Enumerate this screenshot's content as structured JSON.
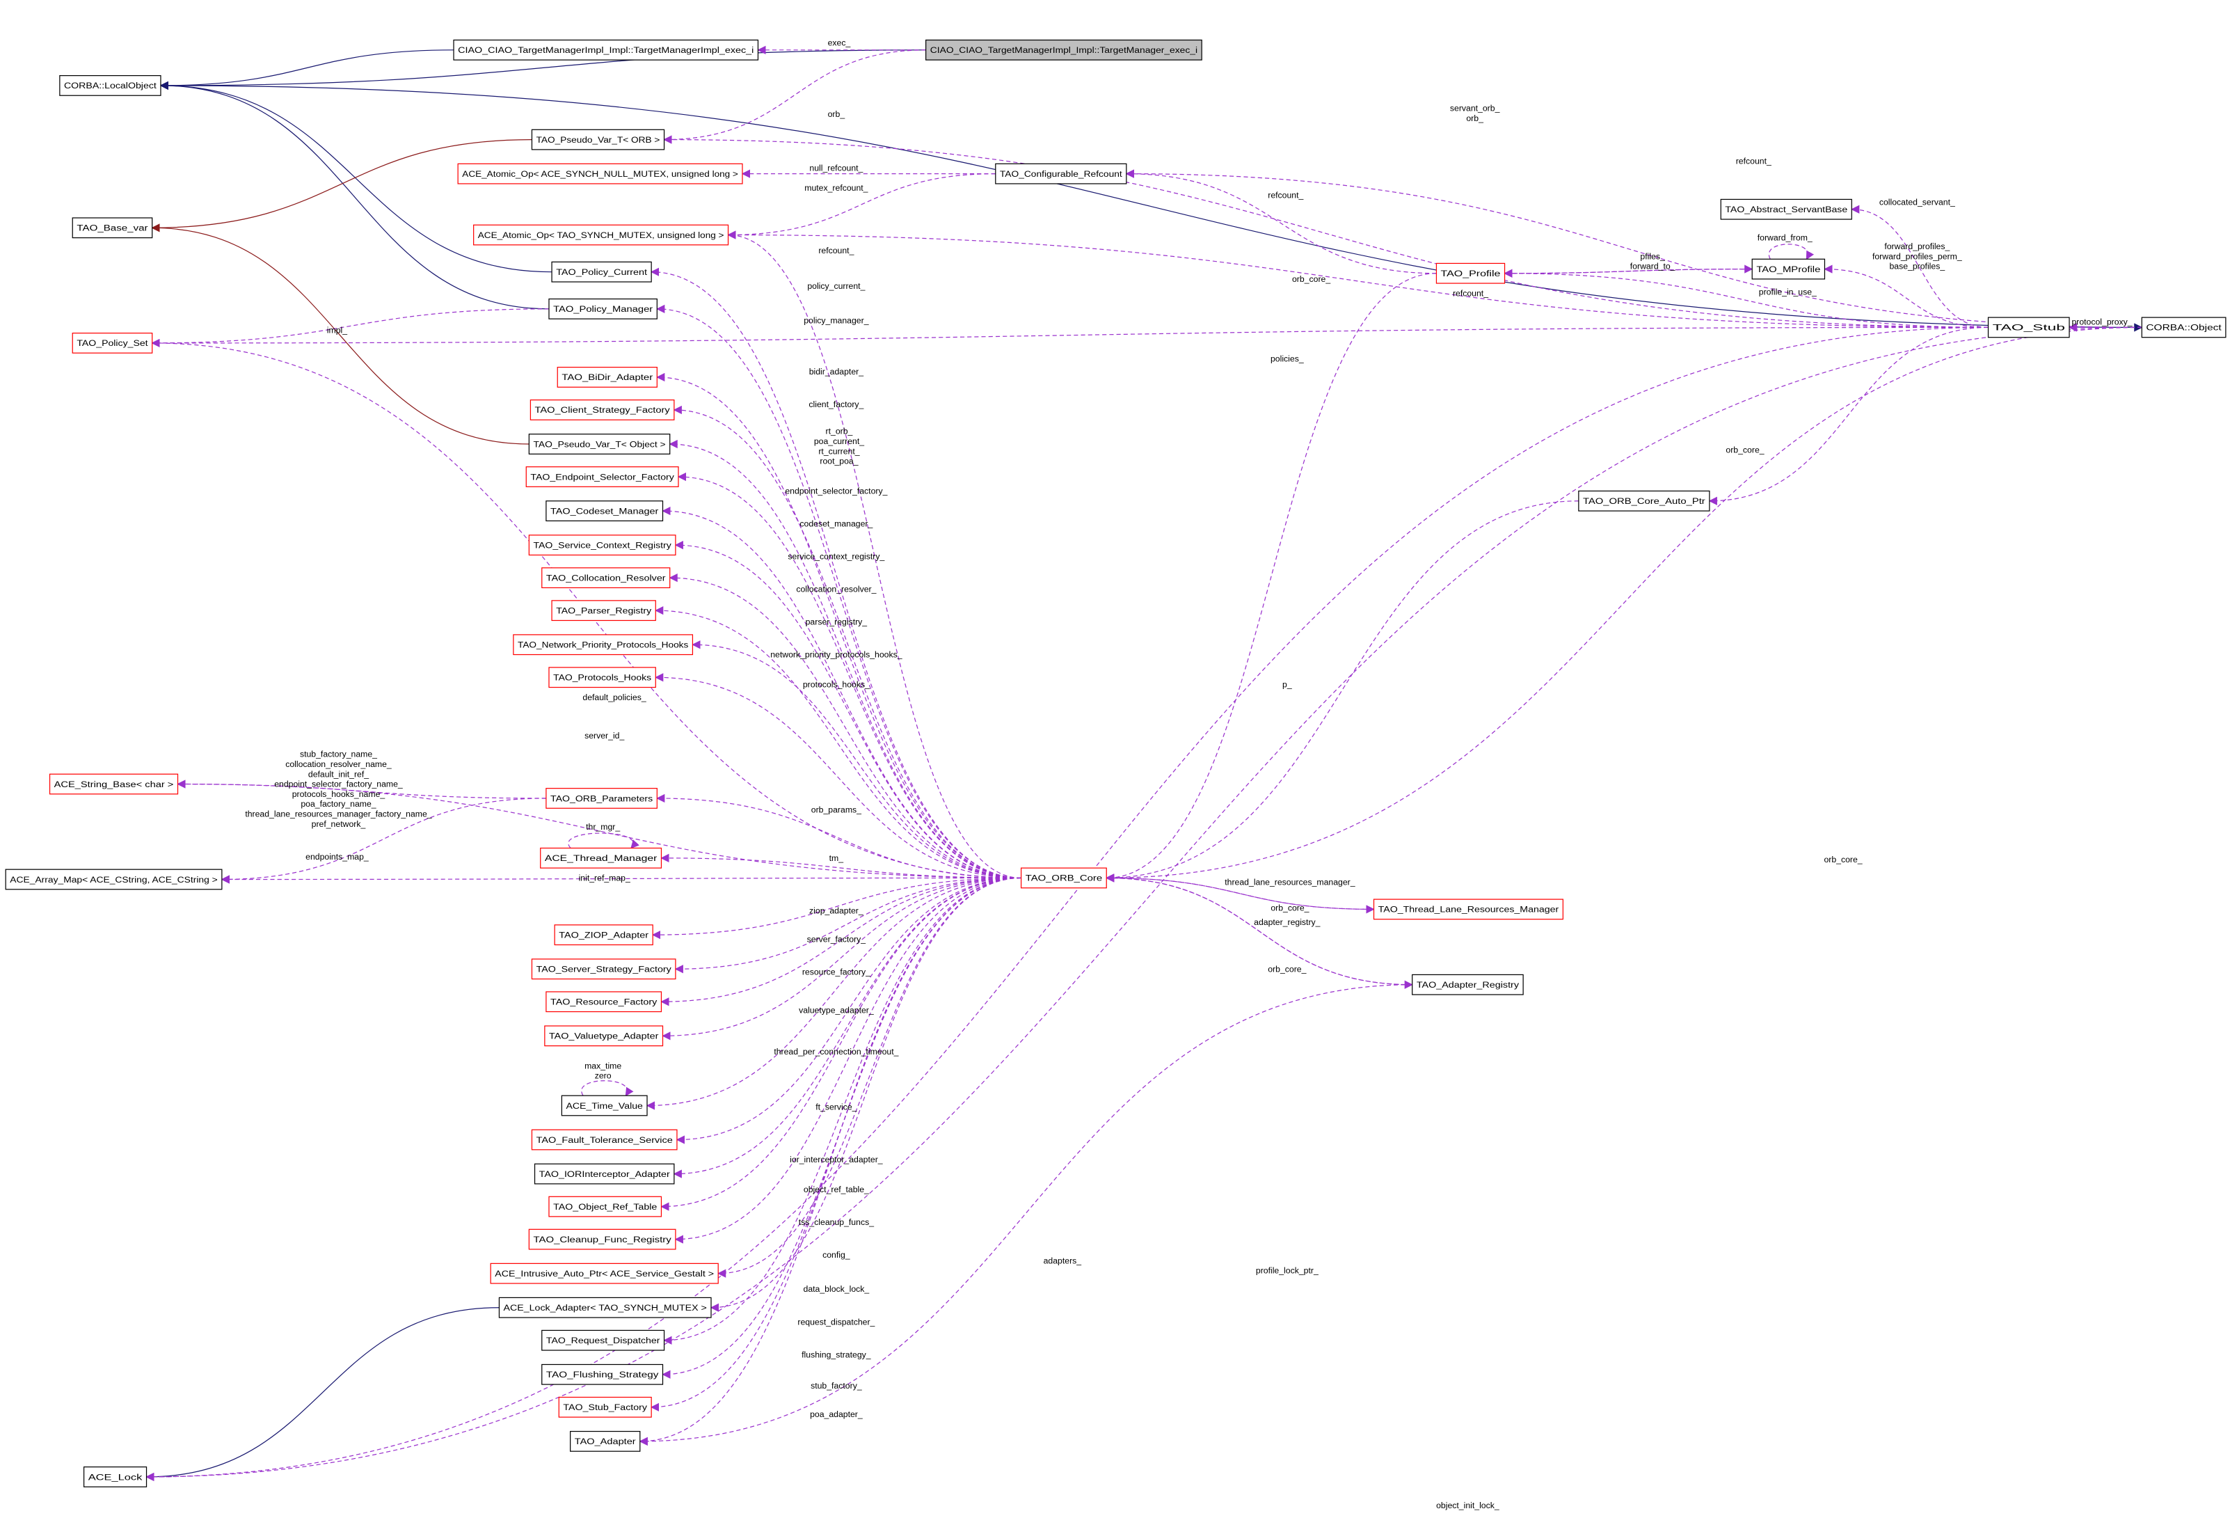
{
  "colors": {
    "inherit": "#191970",
    "private_inherit": "#8b1a1a",
    "use": "#9a32cd",
    "node_border": "#000000",
    "node_border_incomplete": "#ff0000",
    "highlight_fill": "#bfbfbf"
  },
  "nodes": [
    {
      "id": "exec",
      "label": "CIAO_CIAO_TargetManagerImpl_Impl::TargetManager_exec_i",
      "border": "black",
      "highlight": true
    },
    {
      "id": "implexec",
      "label": "CIAO_CIAO_TargetManagerImpl_Impl::TargetManagerImpl_exec_i",
      "border": "black"
    },
    {
      "id": "localobj",
      "label": "CORBA::LocalObject",
      "border": "black"
    },
    {
      "id": "pseudo_orb",
      "label": "TAO_Pseudo_Var_T< ORB >",
      "border": "black"
    },
    {
      "id": "atomic_null",
      "label": "ACE_Atomic_Op< ACE_SYNCH_NULL_MUTEX, unsigned long >",
      "border": "red"
    },
    {
      "id": "conf_ref",
      "label": "TAO_Configurable_Refcount",
      "border": "black"
    },
    {
      "id": "base_var",
      "label": "TAO_Base_var",
      "border": "black"
    },
    {
      "id": "atomic_mutex",
      "label": "ACE_Atomic_Op< TAO_SYNCH_MUTEX, unsigned long >",
      "border": "red"
    },
    {
      "id": "policy_current",
      "label": "TAO_Policy_Current",
      "border": "black"
    },
    {
      "id": "policy_manager",
      "label": "TAO_Policy_Manager",
      "border": "black"
    },
    {
      "id": "policy_set",
      "label": "TAO_Policy_Set",
      "border": "red"
    },
    {
      "id": "bidir",
      "label": "TAO_BiDir_Adapter",
      "border": "red"
    },
    {
      "id": "client_strategy",
      "label": "TAO_Client_Strategy_Factory",
      "border": "red"
    },
    {
      "id": "pseudo_obj",
      "label": "TAO_Pseudo_Var_T< Object >",
      "border": "black"
    },
    {
      "id": "endpoint",
      "label": "TAO_Endpoint_Selector_Factory",
      "border": "red"
    },
    {
      "id": "codeset",
      "label": "TAO_Codeset_Manager",
      "border": "black"
    },
    {
      "id": "service_ctx",
      "label": "TAO_Service_Context_Registry",
      "border": "red"
    },
    {
      "id": "collocation",
      "label": "TAO_Collocation_Resolver",
      "border": "red"
    },
    {
      "id": "parser",
      "label": "TAO_Parser_Registry",
      "border": "red"
    },
    {
      "id": "netprio",
      "label": "TAO_Network_Priority_Protocols_Hooks",
      "border": "red"
    },
    {
      "id": "protohooks",
      "label": "TAO_Protocols_Hooks",
      "border": "red"
    },
    {
      "id": "string_base",
      "label": "ACE_String_Base< char >",
      "border": "red"
    },
    {
      "id": "orb_params",
      "label": "TAO_ORB_Parameters",
      "border": "red"
    },
    {
      "id": "thread_mgr",
      "label": "ACE_Thread_Manager",
      "border": "red"
    },
    {
      "id": "array_map",
      "label": "ACE_Array_Map< ACE_CString, ACE_CString >",
      "border": "black"
    },
    {
      "id": "orb_core",
      "label": "TAO_ORB_Core",
      "border": "red"
    },
    {
      "id": "ziop",
      "label": "TAO_ZIOP_Adapter",
      "border": "red"
    },
    {
      "id": "server_strategy",
      "label": "TAO_Server_Strategy_Factory",
      "border": "red"
    },
    {
      "id": "resource",
      "label": "TAO_Resource_Factory",
      "border": "red"
    },
    {
      "id": "valuetype",
      "label": "TAO_Valuetype_Adapter",
      "border": "red"
    },
    {
      "id": "time_value",
      "label": "ACE_Time_Value",
      "border": "black"
    },
    {
      "id": "fault",
      "label": "TAO_Fault_Tolerance_Service",
      "border": "red"
    },
    {
      "id": "iorint",
      "label": "TAO_IORInterceptor_Adapter",
      "border": "black"
    },
    {
      "id": "objref",
      "label": "TAO_Object_Ref_Table",
      "border": "red"
    },
    {
      "id": "cleanup",
      "label": "TAO_Cleanup_Func_Registry",
      "border": "red"
    },
    {
      "id": "intrusive",
      "label": "ACE_Intrusive_Auto_Ptr< ACE_Service_Gestalt >",
      "border": "red"
    },
    {
      "id": "lock_adapter",
      "label": "ACE_Lock_Adapter< TAO_SYNCH_MUTEX >",
      "border": "black"
    },
    {
      "id": "request",
      "label": "TAO_Request_Dispatcher",
      "border": "black"
    },
    {
      "id": "flushing",
      "label": "TAO_Flushing_Strategy",
      "border": "black"
    },
    {
      "id": "stub_factory",
      "label": "TAO_Stub_Factory",
      "border": "red"
    },
    {
      "id": "adapter",
      "label": "TAO_Adapter",
      "border": "black"
    },
    {
      "id": "ace_lock",
      "label": "ACE_Lock",
      "border": "black"
    },
    {
      "id": "abstract_servant",
      "label": "TAO_Abstract_ServantBase",
      "border": "black"
    },
    {
      "id": "profile",
      "label": "TAO_Profile",
      "border": "red"
    },
    {
      "id": "mprofile",
      "label": "TAO_MProfile",
      "border": "black"
    },
    {
      "id": "stub",
      "label": "TAO_Stub",
      "border": "black"
    },
    {
      "id": "corba_obj",
      "label": "CORBA::Object",
      "border": "black"
    },
    {
      "id": "core_auto_ptr",
      "label": "TAO_ORB_Core_Auto_Ptr",
      "border": "black"
    },
    {
      "id": "thread_lane",
      "label": "TAO_Thread_Lane_Resources_Manager",
      "border": "red"
    },
    {
      "id": "adapter_registry",
      "label": "TAO_Adapter_Registry",
      "border": "black"
    }
  ],
  "edges": [
    {
      "from": "exec",
      "to": "localobj",
      "kind": "inherit",
      "labels": []
    },
    {
      "from": "implexec",
      "to": "localobj",
      "kind": "inherit",
      "labels": []
    },
    {
      "from": "localobj",
      "to": "corba_obj",
      "kind": "inherit",
      "labels": []
    },
    {
      "from": "policy_current",
      "to": "localobj",
      "kind": "inherit",
      "labels": []
    },
    {
      "from": "policy_manager",
      "to": "localobj",
      "kind": "inherit",
      "labels": []
    },
    {
      "from": "lock_adapter",
      "to": "ace_lock",
      "kind": "inherit",
      "labels": []
    },
    {
      "from": "pseudo_orb",
      "to": "base_var",
      "kind": "private_inherit",
      "labels": []
    },
    {
      "from": "pseudo_obj",
      "to": "base_var",
      "kind": "private_inherit",
      "labels": []
    },
    {
      "from": "exec",
      "to": "implexec",
      "kind": "use",
      "labels": [
        "exec_"
      ]
    },
    {
      "from": "exec",
      "to": "pseudo_orb",
      "kind": "use",
      "labels": [
        "orb_"
      ]
    },
    {
      "from": "stub",
      "to": "pseudo_orb",
      "kind": "use",
      "labels": [
        "servant_orb_",
        "orb_"
      ]
    },
    {
      "from": "conf_ref",
      "to": "atomic_null",
      "kind": "use",
      "labels": [
        "null_refcount_"
      ]
    },
    {
      "from": "conf_ref",
      "to": "atomic_mutex",
      "kind": "use",
      "labels": [
        "mutex_refcount_"
      ]
    },
    {
      "from": "corba_obj",
      "to": "conf_ref",
      "kind": "use",
      "labels": [
        "refcount_"
      ]
    },
    {
      "from": "profile",
      "to": "conf_ref",
      "kind": "use",
      "labels": [
        "refcount_"
      ]
    },
    {
      "from": "orb_core",
      "to": "atomic_mutex",
      "kind": "use",
      "labels": [
        "refcount_"
      ]
    },
    {
      "from": "stub",
      "to": "atomic_mutex",
      "kind": "use",
      "labels": [
        "refcount_"
      ]
    },
    {
      "from": "stub",
      "to": "abstract_servant",
      "kind": "use",
      "labels": [
        "collocated_servant_"
      ]
    },
    {
      "from": "mprofile",
      "to": "profile",
      "kind": "use",
      "labels": [
        "pfiles_"
      ]
    },
    {
      "from": "profile",
      "to": "mprofile",
      "kind": "use",
      "labels": [
        "forward_to_"
      ]
    },
    {
      "from": "mprofile",
      "to": "mprofile",
      "kind": "use",
      "labels": [
        "forward_from_"
      ]
    },
    {
      "from": "stub",
      "to": "mprofile",
      "kind": "use",
      "labels": [
        "forward_profiles_",
        "forward_profiles_perm_",
        "base_profiles_"
      ]
    },
    {
      "from": "stub",
      "to": "profile",
      "kind": "use",
      "labels": [
        "profile_in_use_"
      ]
    },
    {
      "from": "corba_obj",
      "to": "stub",
      "kind": "use",
      "labels": [
        "protocol_proxy_"
      ]
    },
    {
      "from": "policy_manager",
      "to": "policy_set",
      "kind": "use",
      "labels": [
        "impl_"
      ]
    },
    {
      "from": "stub",
      "to": "policy_set",
      "kind": "use",
      "labels": [
        "policies_"
      ]
    },
    {
      "from": "orb_core",
      "to": "policy_set",
      "kind": "use",
      "labels": [
        "default_policies_"
      ]
    },
    {
      "from": "profile",
      "to": "orb_core",
      "kind": "use",
      "labels": [
        "orb_core_"
      ]
    },
    {
      "from": "stub",
      "to": "core_auto_ptr",
      "kind": "use",
      "labels": [
        "orb_core_"
      ]
    },
    {
      "from": "core_auto_ptr",
      "to": "orb_core",
      "kind": "use",
      "labels": [
        "p_"
      ]
    },
    {
      "from": "corba_obj",
      "to": "orb_core",
      "kind": "use",
      "labels": [
        "orb_core_"
      ]
    },
    {
      "from": "orb_core",
      "to": "thread_lane",
      "kind": "use",
      "labels": [
        "thread_lane_resources_manager_"
      ]
    },
    {
      "from": "thread_lane",
      "to": "orb_core",
      "kind": "use",
      "labels": [
        "orb_core_"
      ]
    },
    {
      "from": "orb_core",
      "to": "adapter_registry",
      "kind": "use",
      "labels": [
        "adapter_registry_"
      ]
    },
    {
      "from": "adapter_registry",
      "to": "orb_core",
      "kind": "use",
      "labels": [
        "orb_core_"
      ]
    },
    {
      "from": "adapter_registry",
      "to": "adapter",
      "kind": "use",
      "labels": [
        "adapters_"
      ]
    },
    {
      "from": "stub",
      "to": "ace_lock",
      "kind": "use",
      "labels": [
        "profile_lock_ptr_"
      ]
    },
    {
      "from": "corba_obj",
      "to": "ace_lock",
      "kind": "use",
      "labels": [
        "object_init_lock_"
      ]
    },
    {
      "from": "orb_core",
      "to": "string_base",
      "kind": "use",
      "labels": [
        "server_id_"
      ]
    },
    {
      "from": "orb_params",
      "to": "string_base",
      "kind": "use",
      "labels": [
        "stub_factory_name_",
        "collocation_resolver_name_",
        "default_init_ref_",
        "endpoint_selector_factory_name_",
        "protocols_hooks_name_",
        "poa_factory_name_",
        "thread_lane_resources_manager_factory_name_",
        "pref_network_"
      ]
    },
    {
      "from": "orb_params",
      "to": "array_map",
      "kind": "use",
      "labels": [
        "endpoints_map_"
      ]
    },
    {
      "from": "orb_core",
      "to": "array_map",
      "kind": "use",
      "labels": [
        "init_ref_map_"
      ]
    },
    {
      "from": "thread_mgr",
      "to": "thread_mgr",
      "kind": "use",
      "labels": [
        "thr_mgr_"
      ]
    },
    {
      "from": "orb_core",
      "to": "thread_mgr",
      "kind": "use",
      "labels": [
        "tm_"
      ]
    },
    {
      "from": "time_value",
      "to": "time_value",
      "kind": "use",
      "labels": [
        "max_time",
        "zero"
      ]
    },
    {
      "from": "orb_core",
      "to": "time_value",
      "kind": "use",
      "labels": [
        "thread_per_connection_timeout_"
      ]
    },
    {
      "from": "orb_core",
      "to": "policy_current",
      "kind": "use",
      "labels": [
        "policy_current_"
      ]
    },
    {
      "from": "orb_core",
      "to": "policy_manager",
      "kind": "use",
      "labels": [
        "policy_manager_"
      ]
    },
    {
      "from": "orb_core",
      "to": "bidir",
      "kind": "use",
      "labels": [
        "bidir_adapter_"
      ]
    },
    {
      "from": "orb_core",
      "to": "client_strategy",
      "kind": "use",
      "labels": [
        "client_factory_"
      ]
    },
    {
      "from": "orb_core",
      "to": "pseudo_obj",
      "kind": "use",
      "labels": [
        "rt_orb_",
        "poa_current_",
        "rt_current_",
        "root_poa_"
      ]
    },
    {
      "from": "orb_core",
      "to": "endpoint",
      "kind": "use",
      "labels": [
        "endpoint_selector_factory_"
      ]
    },
    {
      "from": "orb_core",
      "to": "codeset",
      "kind": "use",
      "labels": [
        "codeset_manager_"
      ]
    },
    {
      "from": "orb_core",
      "to": "service_ctx",
      "kind": "use",
      "labels": [
        "service_context_registry_"
      ]
    },
    {
      "from": "orb_core",
      "to": "collocation",
      "kind": "use",
      "labels": [
        "collocation_resolver_"
      ]
    },
    {
      "from": "orb_core",
      "to": "parser",
      "kind": "use",
      "labels": [
        "parser_registry_"
      ]
    },
    {
      "from": "orb_core",
      "to": "netprio",
      "kind": "use",
      "labels": [
        "network_priority_protocols_hooks_"
      ]
    },
    {
      "from": "orb_core",
      "to": "protohooks",
      "kind": "use",
      "labels": [
        "protocols_hooks_"
      ]
    },
    {
      "from": "orb_core",
      "to": "orb_params",
      "kind": "use",
      "labels": [
        "orb_params_"
      ]
    },
    {
      "from": "orb_core",
      "to": "ziop",
      "kind": "use",
      "labels": [
        "ziop_adapter_"
      ]
    },
    {
      "from": "orb_core",
      "to": "server_strategy",
      "kind": "use",
      "labels": [
        "server_factory_"
      ]
    },
    {
      "from": "orb_core",
      "to": "resource",
      "kind": "use",
      "labels": [
        "resource_factory_"
      ]
    },
    {
      "from": "orb_core",
      "to": "valuetype",
      "kind": "use",
      "labels": [
        "valuetype_adapter_"
      ]
    },
    {
      "from": "orb_core",
      "to": "fault",
      "kind": "use",
      "labels": [
        "ft_service_"
      ]
    },
    {
      "from": "orb_core",
      "to": "iorint",
      "kind": "use",
      "labels": [
        "ior_interceptor_adapter_"
      ]
    },
    {
      "from": "orb_core",
      "to": "objref",
      "kind": "use",
      "labels": [
        "object_ref_table_"
      ]
    },
    {
      "from": "orb_core",
      "to": "cleanup",
      "kind": "use",
      "labels": [
        "tss_cleanup_funcs_"
      ]
    },
    {
      "from": "orb_core",
      "to": "intrusive",
      "kind": "use",
      "labels": [
        "config_"
      ]
    },
    {
      "from": "orb_core",
      "to": "lock_adapter",
      "kind": "use",
      "labels": [
        "data_block_lock_"
      ]
    },
    {
      "from": "orb_core",
      "to": "request",
      "kind": "use",
      "labels": [
        "request_dispatcher_"
      ]
    },
    {
      "from": "orb_core",
      "to": "flushing",
      "kind": "use",
      "labels": [
        "flushing_strategy_"
      ]
    },
    {
      "from": "orb_core",
      "to": "stub_factory",
      "kind": "use",
      "labels": [
        "stub_factory_"
      ]
    },
    {
      "from": "orb_core",
      "to": "adapter",
      "kind": "use",
      "labels": [
        "poa_adapter_"
      ]
    }
  ]
}
